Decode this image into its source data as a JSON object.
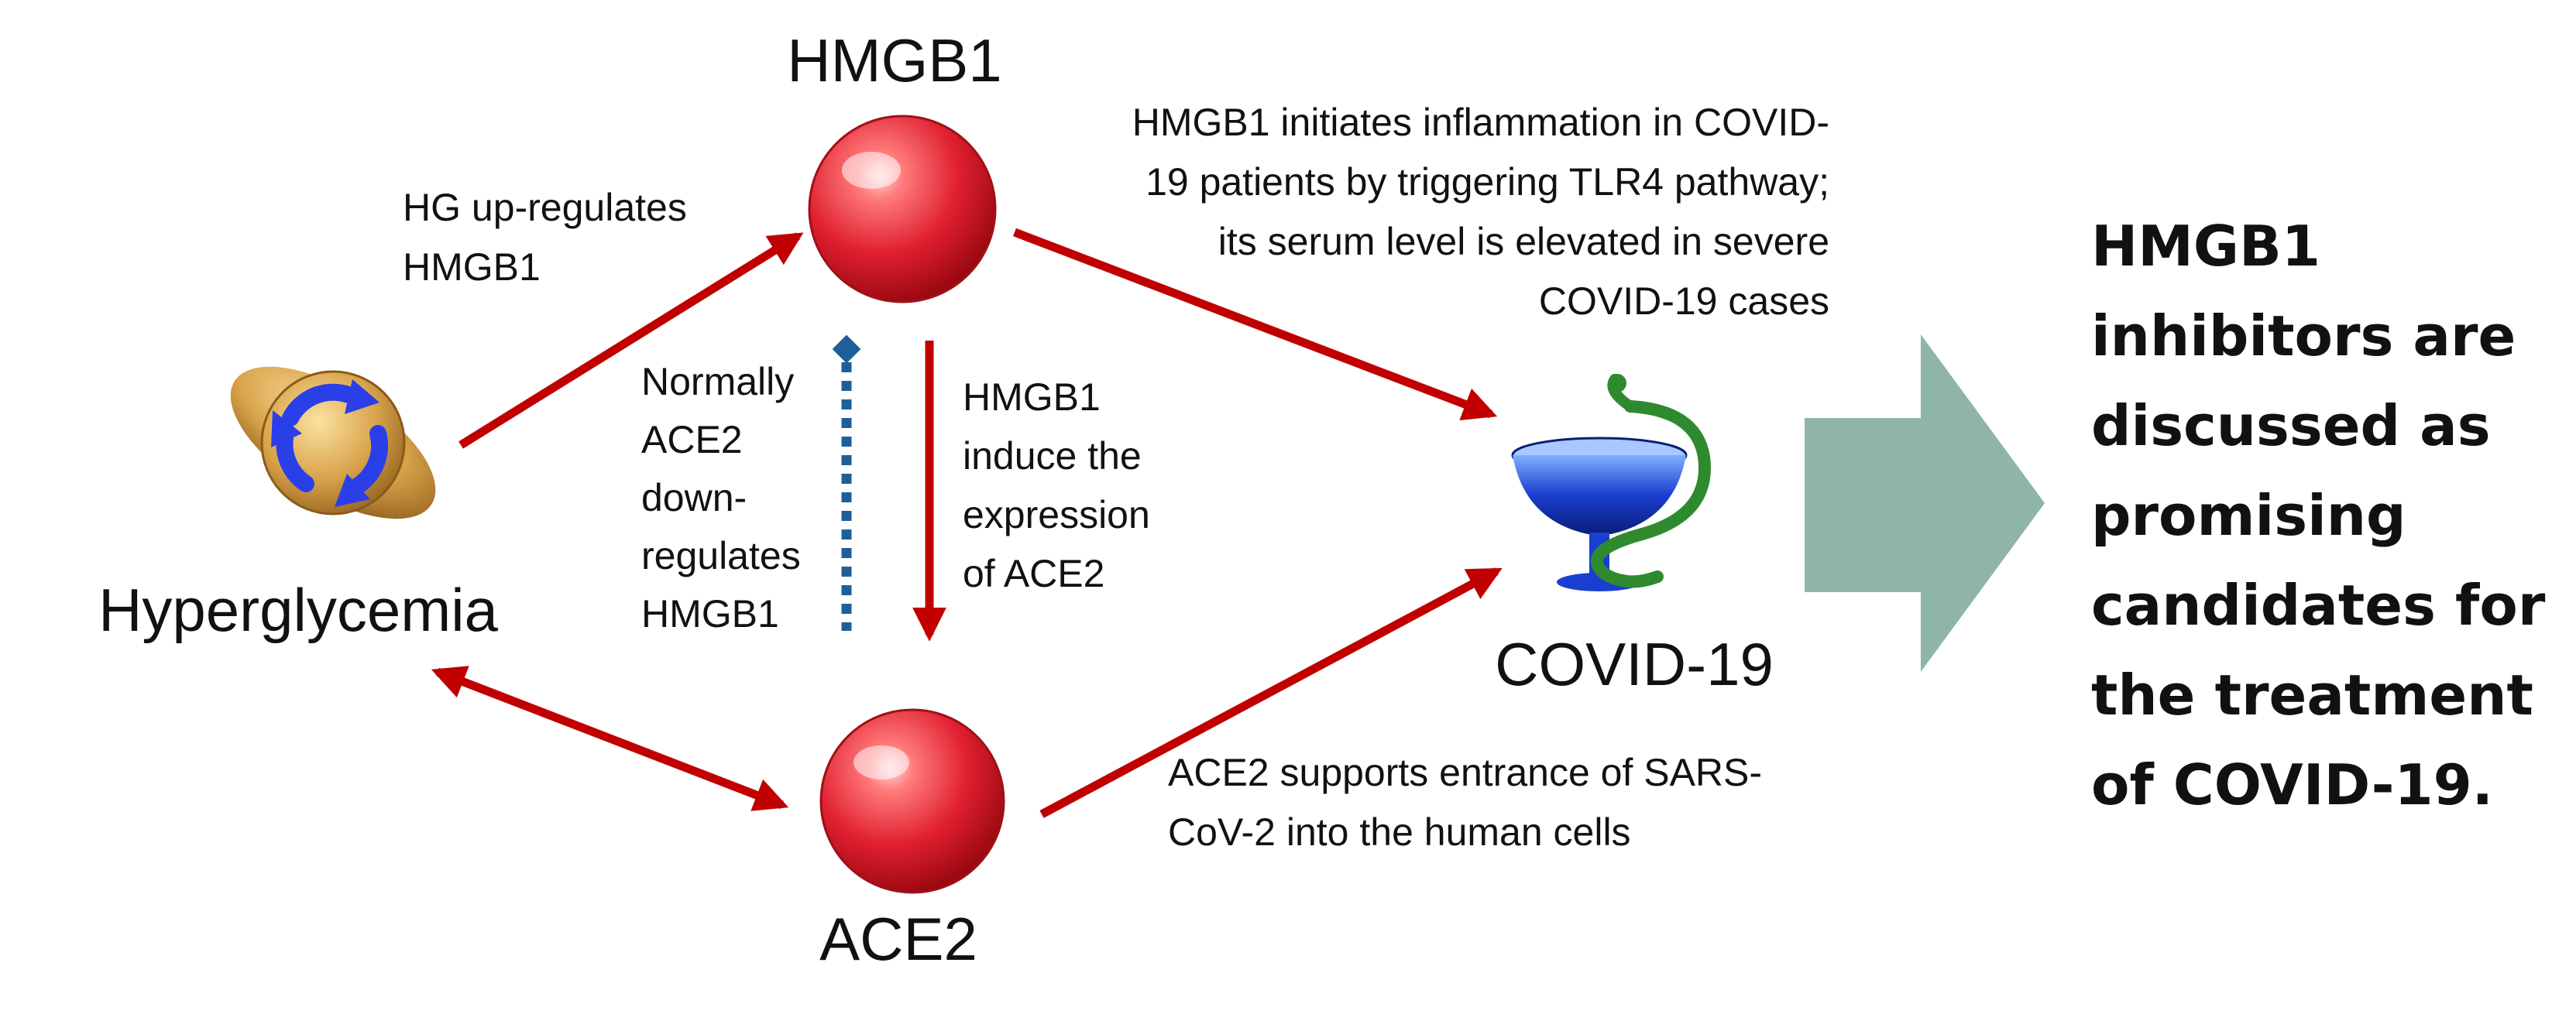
{
  "nodes": {
    "hmgb1": "HMGB1",
    "ace2": "ACE2",
    "hyperglycemia": "Hyperglycemia",
    "covid": "COVID-19"
  },
  "annotations": {
    "hg_upregulates": [
      "HG up-regulates",
      "HMGB1"
    ],
    "normally_ace2": [
      "Normally",
      "ACE2",
      "down-",
      "regulates",
      "HMGB1"
    ],
    "hmgb1_induce": [
      "HMGB1",
      "induce the",
      "expression",
      "of ACE2"
    ],
    "hmgb1_inflammation": [
      "HMGB1 initiates inflammation in COVID-",
      "19 patients by triggering TLR4 pathway;",
      "its serum level is elevated in severe",
      "COVID-19 cases"
    ],
    "ace2_supports": [
      "ACE2 supports entrance of SARS-",
      "CoV-2 into the human cells"
    ]
  },
  "conclusion": [
    "HMGB1",
    "inhibitors are",
    "discussed as",
    "promising",
    "candidates for",
    "the treatment",
    "of COVID-19."
  ],
  "colors": {
    "arrow": "#c00000",
    "sphere": "#e8283a",
    "dotted": "#1f5f99",
    "big_arrow": "#8fb5aa",
    "text": "#111111"
  },
  "icons": {
    "hyperglycemia": "glucose-cycle-icon",
    "covid": "bowl-of-hygieia-icon"
  }
}
